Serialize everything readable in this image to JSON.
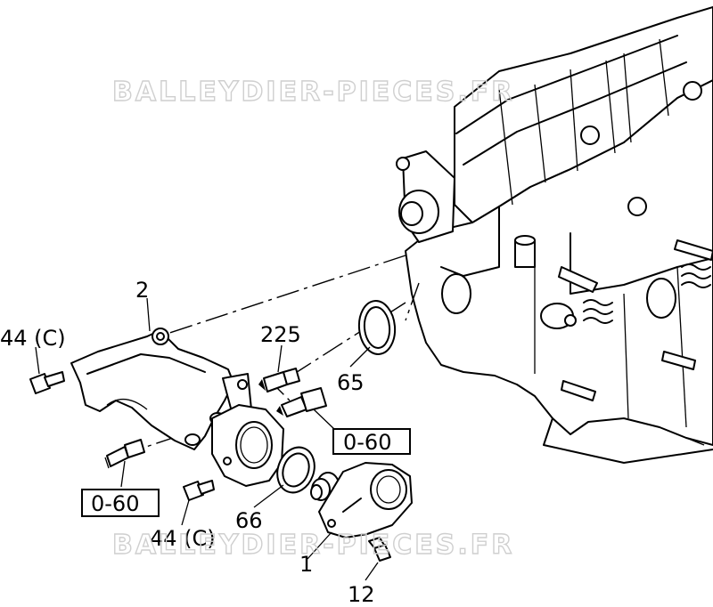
{
  "watermark": {
    "top": "BALLEYDIER-PIECES.FR",
    "bottom": "BALLEYDIER-PIECES.FR"
  },
  "callouts": {
    "c2": "2",
    "c44_top": "44 (C)",
    "c225": "225",
    "c65": "65",
    "c060_right": "0-60",
    "c060_left": "0-60",
    "c44_bottom": "44 (C)",
    "c66": "66",
    "c1": "1",
    "c12": "12"
  }
}
